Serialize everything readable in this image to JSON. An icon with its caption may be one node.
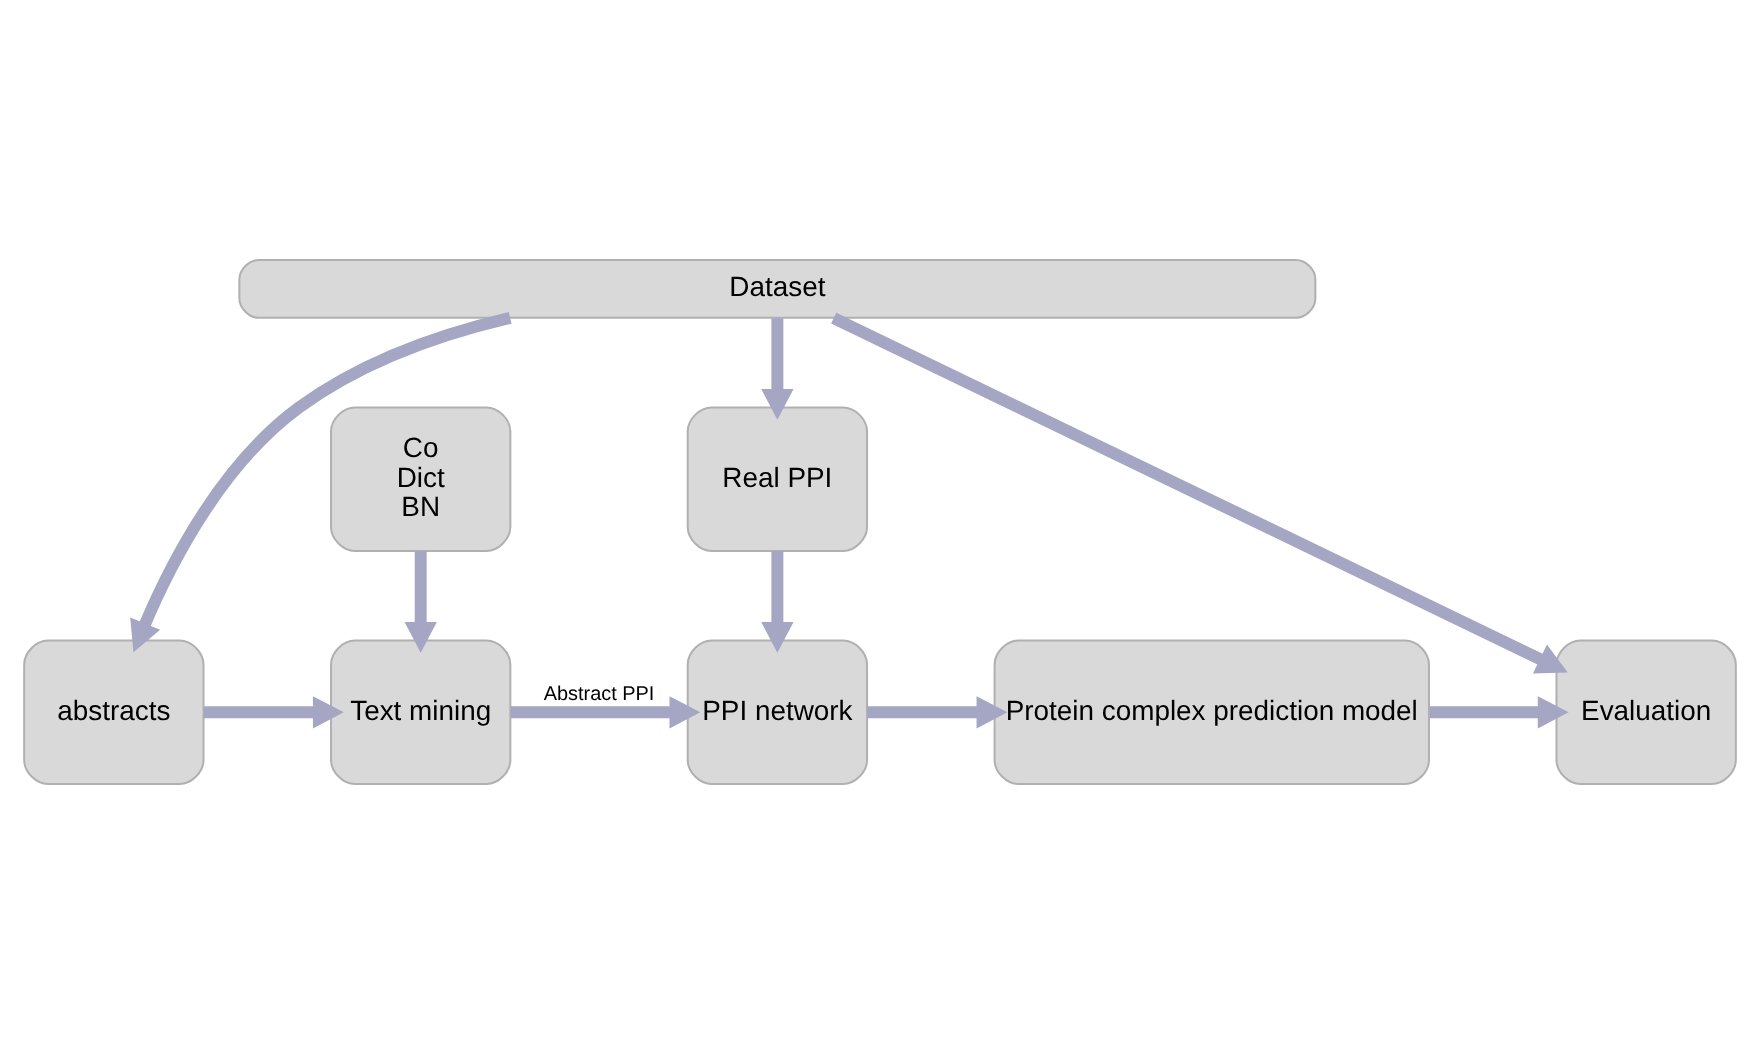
{
  "diagram": {
    "nodes": [
      {
        "text": [
          "Dataset"
        ]
      },
      {
        "text": [
          "Real PPI"
        ]
      },
      {
        "text": [
          "abstracts"
        ]
      },
      {
        "text": [
          "Text mining"
        ]
      },
      {
        "text": [
          "PPI network"
        ]
      },
      {
        "text": [
          "Protein complex prediction model"
        ]
      },
      {
        "text": [
          "Evaluation"
        ]
      },
      {
        "text": [
          "Co",
          "Dict",
          "BN"
        ]
      }
    ],
    "edges": [
      {
        "from": 0,
        "to": 2,
        "arrow": "to"
      },
      {
        "from": 0,
        "to": 1,
        "arrow": "to"
      },
      {
        "from": 0,
        "to": 6,
        "arrow": "to"
      },
      {
        "from": 1,
        "to": 4,
        "arrow": "to"
      },
      {
        "from": 2,
        "to": 3,
        "arrow": "to"
      },
      {
        "from": 3,
        "to": 4,
        "arrow": "to",
        "label": "Abstract PPI"
      },
      {
        "from": 4,
        "to": 5,
        "arrow": "to"
      },
      {
        "from": 5,
        "to": 6,
        "arrow": "to"
      },
      {
        "from": 7,
        "to": 3,
        "arrow": "to"
      }
    ]
  }
}
